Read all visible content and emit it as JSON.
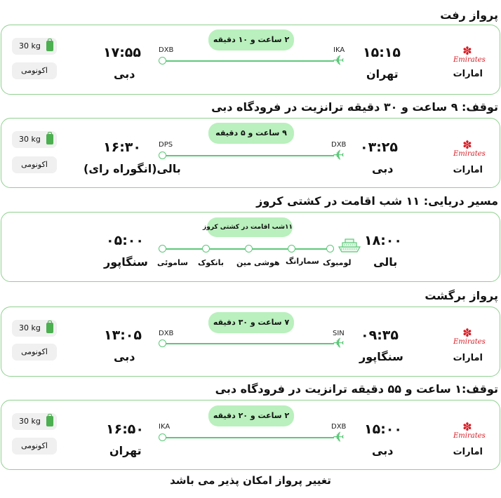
{
  "airline": {
    "logo_text": "Emirates",
    "name": "امارات"
  },
  "baggage": "30 kg",
  "cabin": "اکونومی",
  "outbound": {
    "title": "پرواز رفت",
    "leg1": {
      "dep_time": "۱۵:۱۵",
      "dep_city": "تهران",
      "dep_code": "IKA",
      "arr_time": "۱۷:۵۵",
      "arr_city": "دبی",
      "arr_code": "DXB",
      "duration": "۲ ساعت و ۱۰ دقیقه"
    },
    "stop": "توقف: ۹ ساعت و ۳۰ دقیقه ترانزیت در فرودگاه دبی",
    "leg2": {
      "dep_time": "۰۳:۲۵",
      "dep_city": "دبی",
      "dep_code": "DXB",
      "arr_time": "۱۶:۳۰",
      "arr_city": "بالی(انگوراه رای)",
      "arr_code": "DPS",
      "duration": "۹ ساعت و ۵ دقیقه"
    }
  },
  "cruise": {
    "title": "مسیر دریایی: ۱۱ شب اقامت در کشتی کروز",
    "dep_time": "۱۸:۰۰",
    "dep_city": "بالی",
    "arr_time": "۰۵:۰۰",
    "arr_city": "سنگاپور",
    "badge": "۱۱شب اقامت در کشتی کروز",
    "stops": [
      "لومبوک",
      "سمارانگ",
      "هوشی مین",
      "بانکوک",
      "ساموئی"
    ]
  },
  "return": {
    "title": "پرواز برگشت",
    "leg1": {
      "dep_time": "۰۹:۳۵",
      "dep_city": "سنگاپور",
      "dep_code": "SIN",
      "arr_time": "۱۳:۰۵",
      "arr_city": "دبی",
      "arr_code": "DXB",
      "duration": "۷ ساعت و ۳۰ دقیقه"
    },
    "stop": "توقف:۱ ساعت و ۵۵ دقیقه ترانزیت در فرودگاه دبی",
    "leg2": {
      "dep_time": "۱۵:۰۰",
      "dep_city": "دبی",
      "dep_code": "DXB",
      "arr_time": "۱۶:۵۰",
      "arr_city": "تهران",
      "arr_code": "IKA",
      "duration": "۲ ساعت و ۲۰ دقیقه"
    }
  },
  "footer": "تغییر پرواز امکان پذیر می باشد",
  "colors": {
    "accent": "#5cc879",
    "badge": "#b9f0bd",
    "border": "#8fd18f",
    "brand": "#d71921"
  }
}
